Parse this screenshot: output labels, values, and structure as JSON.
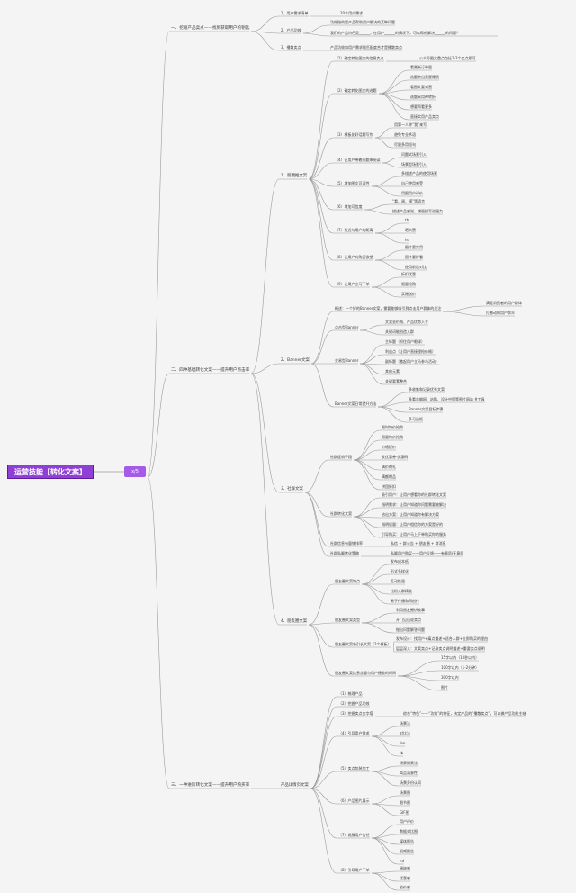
{
  "root": {
    "label": "运营技能【转化文案】",
    "badge": "x/5"
  },
  "mindmap": {
    "b1": {
      "label": "一、挖掘产品卖点——找到获取用户的钥匙",
      "c1": "1、用户需求清单",
      "c1a": "20个用户需求",
      "c2": "2、产品功效",
      "c2a": "功效指的是产品帮助用户解决的某种问题",
      "c2b": "我们的产品特色是______，在用户______的情况下，可以帮他解决______的问题？",
      "c3": "3、播散卖点",
      "c3a": "产品功效和用户需求能匹配度合才是播散卖点"
    },
    "b2": {
      "label": "二、四种基础转化文案——提升用户点击率",
      "p1": {
        "label": "1、朋圈推文案",
        "s1": "（1）确定转化图文的信息卖点",
        "s1a": "公众号图文重点包括1-2个卖点即可",
        "s2": "（2）确定转化图文的选题",
        "s2a": "看最新订单量",
        "s2b": "选题突出竟是爆货",
        "s2c": "看图文要对直",
        "s2d": "选题采用神转折",
        "s2e": "想要再看更多",
        "s2f": "直接实用产品卖点",
        "s3": "（3）模板化好话题写作",
        "s3a": "用第一人称“我”来写",
        "s3b": "避免专业术语",
        "s3c": "尽量多用短句",
        "s4": "（4）让用户带着问题来阅读",
        "s4a": "问题式场景引入",
        "s4b": "场景型场景引入",
        "s5": "（5）增加图文可读性",
        "s5a": "多描述产品的使用场景",
        "s5b": "自己使用感受",
        "s5c": "用图用户评价",
        "s6": "（6）增加可信度",
        "s6a": "“看、闻、摸”等语言",
        "s6b": "描述产品感觉，增强描写说服力",
        "s7": "（7）拉近与用户的距离",
        "s7a": "tb",
        "s7b": "晒大赞",
        "s7c": "hd",
        "s8": "（8）让用户有购买欲望",
        "s8a": "图片要实用",
        "s8b": "图片要好看",
        "s8c": "使用前后对比",
        "s9": "（9）让用户立马下单",
        "s9a": "折扣优惠",
        "s9b": "限量抢购",
        "s9c": "买赠送价"
      },
      "p2": {
        "label": "2、Banner文案",
        "t1": "概述：一个好的Banner文案，需要能够吸引到点击用户群体的关注",
        "t1a": "满足消费者的用户群体",
        "t1b": "打感动的用户群众",
        "t2": "点击型Banner",
        "t2a": "文案去价格、产品优势入手",
        "t2b": "关键词能创造入群",
        "t3": "交易型Banner",
        "t3a": "主标题（抓住用户眼球）",
        "t3b": "利益点（让用户直接理抢价格）",
        "t3c": "副标题（激起用户立马参与活动）",
        "t3d": "其他元素",
        "t3e": "关键要素整合",
        "t4": "Banner文案日常提升方法",
        "t4a": "多收集和记录优秀文案",
        "t4b": "多看花瓣网、站酷、设计中国等图片网站 #工具",
        "t4c": "Banner文案目标步骤",
        "t4d": "多习选框"
      },
      "p3": {
        "label": "3、社群文案",
        "u1": "社群促销手段",
        "u1a": "限时特价抢购",
        "u1b": "限量特价抢购",
        "u1c": "价格提价",
        "u1d": "发优惠券·优惠码",
        "u1e": "满价赠礼",
        "u1f": "满额赠品",
        "u1g": "拼团折扣",
        "u2": "社群转化文案",
        "u2a": "吸引用户：让用户想看你的社群转化文案",
        "u2b": "指明需求：让用户知道你问题需要被解决",
        "u2c": "给出方案：让用户知道你有解决方案",
        "u2d": "指明质量：让用户相信你的方案是好的",
        "u2e": "引导购买：让用户马上下单购买你的服务",
        "u3": "社群信息有量铺排率",
        "u3a": "私信 + 群公告 + 朋友圈 + 群消息",
        "u4": "社群私聊转化策略",
        "u4a": "私聊用户购买——用户反馈——有意愿/无意愿"
      },
      "p4": {
        "label": "4、朋友圈文案",
        "v1": "朋友圈文案特点",
        "v1a": "发布成本低",
        "v1b": "形式多样化",
        "v1c": "互动性强",
        "v1d": "拉粉入群精准",
        "v1e": "易于传播和再创作",
        "v2": "朋友圈文案类型",
        "v2a": "利用朋友圈讲故事",
        "v2b": "开门见山说卖点",
        "v2c": "抛出问题解答问题",
        "v3": "朋友圈文案吸引长文案（2个模板）",
        "v3a": "发布设计：找用户+痛点描述+适合人群+立即购买的理由",
        "v3b": "层层深入：文案卖点+记录卖点说明描述+重要卖点说明",
        "v4": "朋友圈文案信息含量与用户接收的时间",
        "v4a": "15字以内（10秒以内）",
        "v4b": "100字以内（1-2分钟）",
        "v4c": "300字以内",
        "v4d": "图片"
      }
    },
    "b3": {
      "label": "三、一种进阶转化文案——提升用户购买率",
      "c1": "产品详情页文案",
      "w1": "（1）梳理产品",
      "w2": "（2）挖掘产品功效",
      "w3": "（3）挖掘卖点金字塔",
      "w3a": "综合“特色”——“功效”的特征，决定产品的“播散卖点”，可以做产品功能主轴",
      "w4": "（4）引导用户需求",
      "w4a": "场景法",
      "w4b": "对比法",
      "w4c": "fen",
      "w4d": "tb",
      "w5": "（5）卖点包装加工",
      "w5a": "场景情景法",
      "w5b": "简品满意性",
      "w5c": "场景身份认同",
      "w6": "（6）产品图片展示",
      "w6a": "场景图",
      "w6b": "细节图",
      "w6c": "GIF图",
      "w7": "（7）说服用户信任",
      "w7a": "用户评价",
      "w7b": "数据对比图",
      "w7c": "媒体报告",
      "w7d": "权威报告",
      "w7e": "hd",
      "w8": "（8）引导用户下单",
      "w8a": "稀缺感",
      "w8b": "优惠感",
      "w8c": "省价感"
    }
  }
}
